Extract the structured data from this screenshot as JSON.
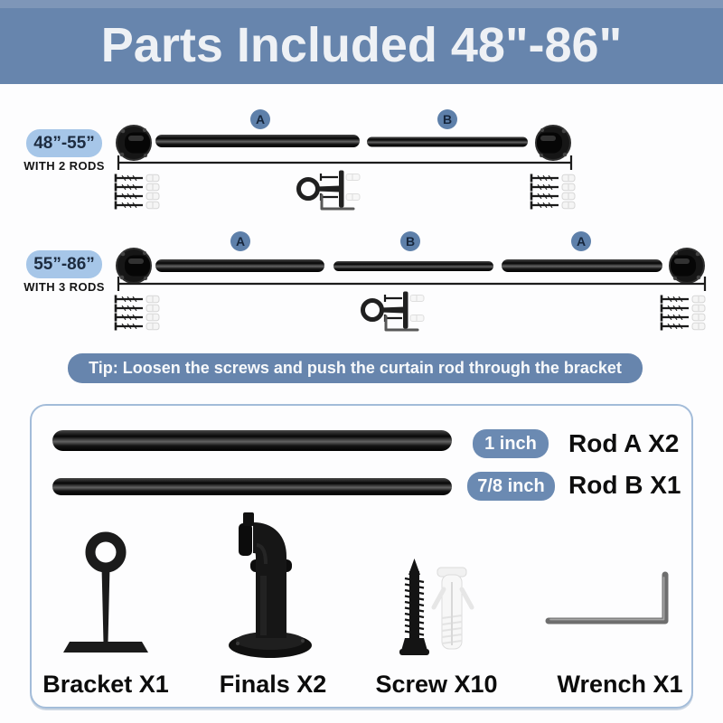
{
  "header": {
    "title": "Parts Included 48\"-86\""
  },
  "rows": [
    {
      "size": "48”-55”",
      "subtitle": "WITH 2 RODS",
      "segments": [
        "A",
        "B"
      ]
    },
    {
      "size": "55”-86”",
      "subtitle": "WITH 3 RODS",
      "segments": [
        "A",
        "B",
        "A"
      ]
    }
  ],
  "tip": "Tip: Loosen the screws and push the curtain rod through the bracket",
  "parts_box": {
    "rods": [
      {
        "diameter": "1 inch",
        "label": "Rod A X2"
      },
      {
        "diameter": "7/8 inch",
        "label": "Rod B X1"
      }
    ],
    "items": [
      {
        "label": "Bracket X1"
      },
      {
        "label": "Finals X2"
      },
      {
        "label": "Screw X10"
      },
      {
        "label": "Wrench X1"
      }
    ]
  },
  "colors": {
    "banner_blue": "#6785ad",
    "badge_light_blue": "#a6c6e8",
    "segment_circle_blue": "#5e80aa",
    "pill_blue": "#6b8ab2",
    "box_border_blue": "#a3bcd9",
    "hardware_black": "#161616"
  }
}
